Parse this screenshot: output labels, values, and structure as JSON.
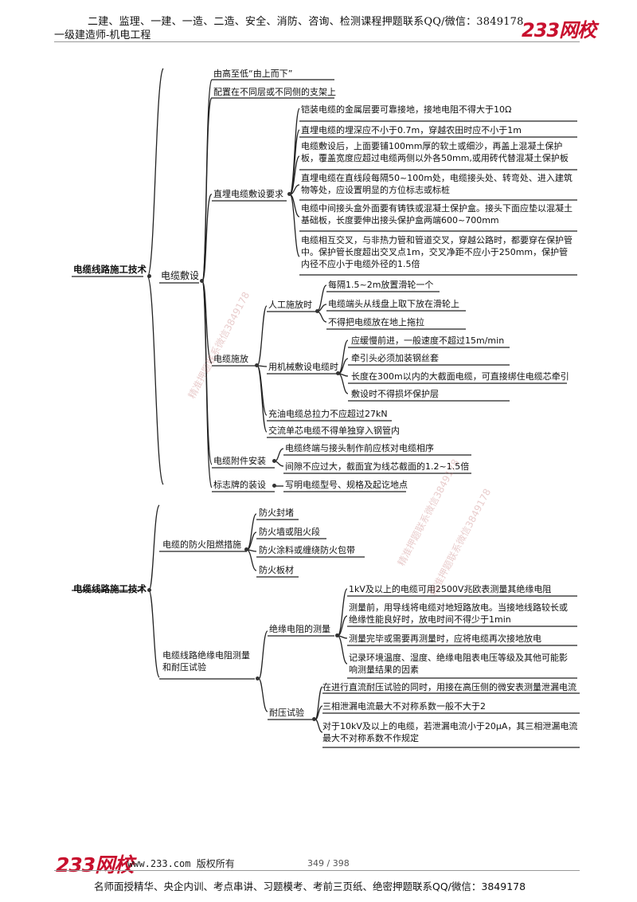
{
  "header": {
    "line1": "二建、监理、一建、一造、二造、安全、消防、咨询、检测课程押题联系QQ/微信：3849178",
    "line2": "一级建造师-机电工程",
    "logo_num": "233",
    "logo_txt": "网校"
  },
  "mindmap1": {
    "root": "电缆线路施工技术",
    "branch": "电缆敷设",
    "config": [
      "由高至低“由上而下”",
      "配置在不同层或不同侧的支架上"
    ],
    "direct_burial": {
      "label": "直埋电缆敷设要求",
      "items": [
        "铠装电缆的金属层要可靠接地，接地电阻不得大于10Ω",
        "直埋电缆的埋深应不小于0.7m，穿越农田时应不小于1m",
        "电缆敷设后，上面要铺100mm厚的软土或细沙，再盖上混凝土保护板，覆盖宽度应超过电缆两侧以外各50mm,或用砖代替混凝土保护板",
        "直埋电缆在直线段每隔50~100m处，电缆接头处、转弯处、进入建筑物等处，应设置明显的方位标志或标桩",
        "电缆中间接头盒外面要有铸铁或混凝土保护盒。接头下面应垫以混凝土基础板，长度要伸出接头保护盒两端600~700mm",
        "电缆相互交叉，与非热力管和管道交叉，穿越公路时，都要穿在保护管中。保护管长度超出交叉点1m，交叉净距不应小于250mm，保护管内径不应小于电缆外径的1.5倍"
      ]
    },
    "laying": {
      "label": "电缆施放",
      "manual": {
        "label": "人工施放时",
        "items": [
          "每隔1.5~2m放置滑轮一个",
          "电缆端头从线盘上取下放在滑轮上",
          "不得把电缆放在地上拖拉"
        ]
      },
      "machine": {
        "label": "用机械敷设电缆时",
        "items": [
          "应缓慢前进，一般速度不超过15m/min",
          "牵引头必须加装钢丝套",
          "长度在300m以内的大截面电缆，可直接绑住电缆芯牵引",
          "敷设时不得损坏保护层"
        ]
      },
      "oil": "充油电缆总拉力不应超过27kN",
      "ac": "交流单芯电缆不得单独穿入钢管内"
    },
    "accessory": {
      "label": "电缆附件安装",
      "items": [
        "电缆终端与接头制作前应核对电缆相序",
        "间隙不应过大，截面宜为线芯截面的1.2~1.5倍"
      ]
    },
    "marker": {
      "label": "标志牌的装设",
      "item": "写明电缆型号、规格及起讫地点"
    }
  },
  "mindmap2": {
    "root": "电缆线路施工技术",
    "fire": {
      "label": "电缆的防火阻燃措施",
      "items": [
        "防火封堵",
        "防火墙或阻火段",
        "防火涂料或缠绕防火包带",
        "防火板材"
      ]
    },
    "test": {
      "label": "电缆线路绝缘电阻测量和耐压试验",
      "insulation": {
        "label": "绝缘电阻的测量",
        "items": [
          "1kV及以上的电缆可用2500V兆欧表测量其绝缘电阻",
          "测量前，用导线将电缆对地短路放电。当接地线路较长或绝缘性能良好时，放电时间不得少于1min",
          "测量完毕或需要再测量时，应将电缆再次接地放电",
          "记录环境温度、湿度、绝缘电阻表电压等级及其他可能影响测量结果的因素"
        ]
      },
      "withstand": {
        "label": "耐压试验",
        "items": [
          "在进行直流耐压试验的同时，用接在高压侧的微安表测量泄漏电流",
          "三相泄漏电流最大不对称系数一般不大于2",
          "对于10kV及以上的电缆，若泄漏电流小于20μA，其三相泄漏电流最大不对称系数不作规定"
        ]
      }
    }
  },
  "watermarks": [
    "精准押题联系微信3849178",
    "精准押题联系微信3849178",
    "精准押题联系微信3849178"
  ],
  "footer": {
    "logo_num": "233",
    "logo_txt": "网校",
    "site": "www.233.com 版权所有",
    "page": "349 / 398",
    "bottom": "名师面授精华、央企内训、考点串讲、习题模考、考前三页纸、绝密押题联系QQ/微信：3849178"
  }
}
